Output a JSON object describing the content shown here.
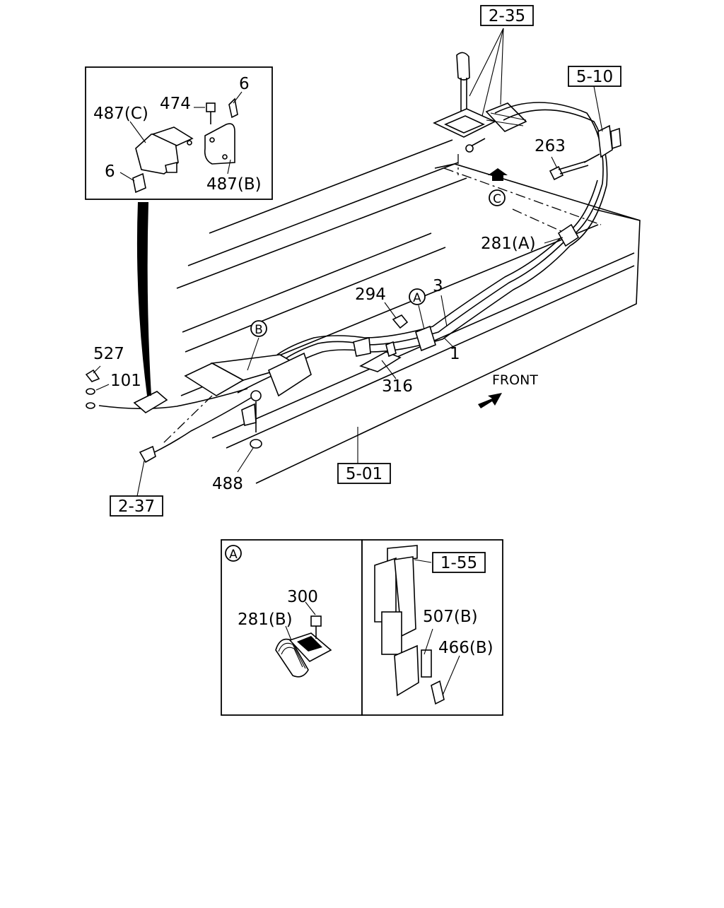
{
  "refs": {
    "r2_35": "2-35",
    "r5_10": "5-10",
    "r5_01": "5-01",
    "r2_37": "2-37",
    "r1_55": "1-55"
  },
  "labels": {
    "p487c": "487(C)",
    "p474": "474",
    "p6_top": "6",
    "p6_left": "6",
    "p487b": "487(B)",
    "p263": "263",
    "p281a": "281(A)",
    "p294": "294",
    "p3": "3",
    "p1": "1",
    "p316": "316",
    "p527": "527",
    "p101": "101",
    "p488": "488",
    "front": "FRONT",
    "p300": "300",
    "p281b": "281(B)",
    "p507b": "507(B)",
    "p466b": "466(B)"
  },
  "callouts": {
    "A": "A",
    "B": "B",
    "C": "C",
    "A_panel": "A"
  }
}
